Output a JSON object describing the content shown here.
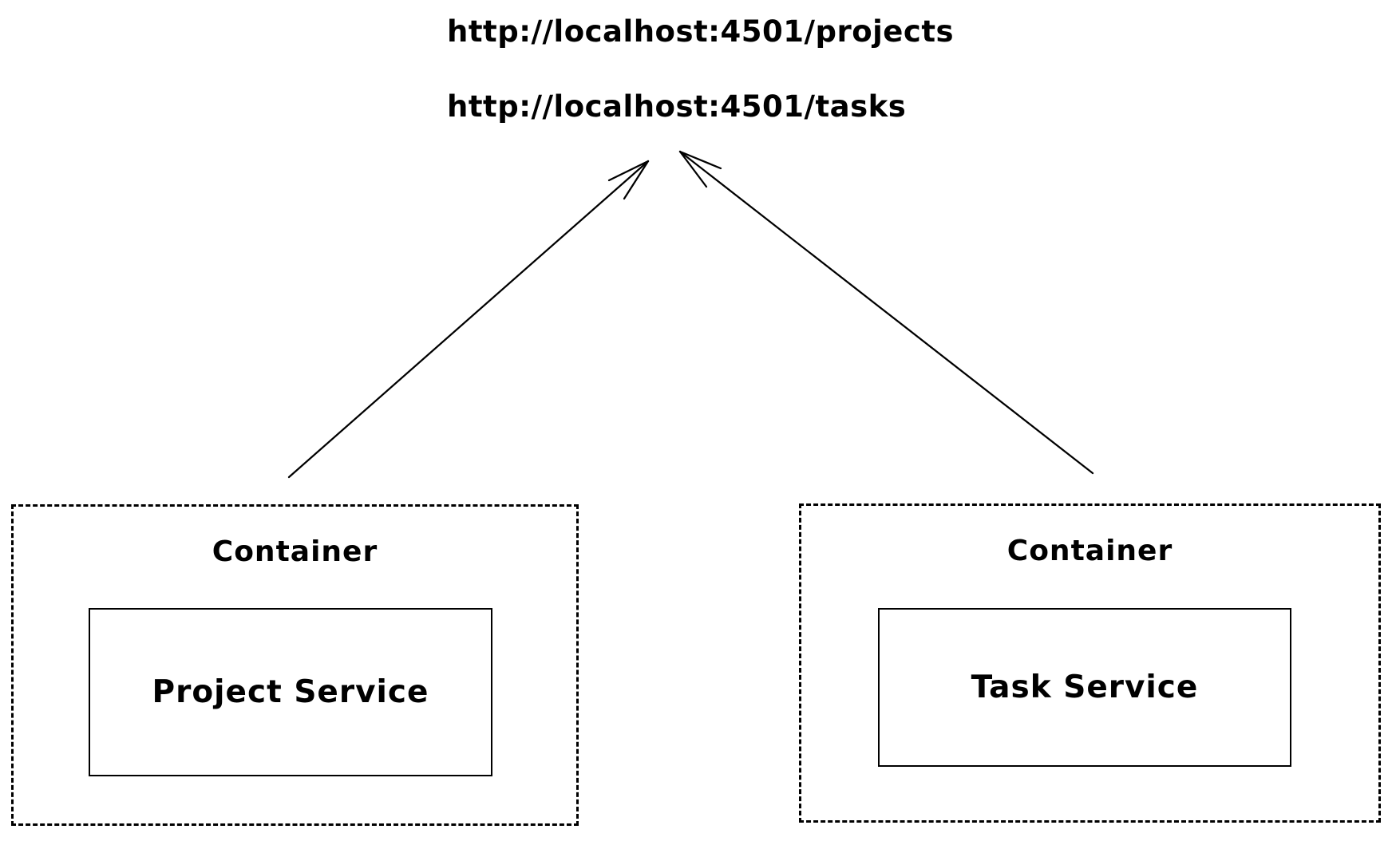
{
  "endpoints": {
    "projects_url": "http://localhost:4501/projects",
    "tasks_url": "http://localhost:4501/tasks"
  },
  "containers": [
    {
      "label": "Container",
      "service": "Project Service"
    },
    {
      "label": "Container",
      "service": "Task Service"
    }
  ],
  "arrows": [
    {
      "name": "project-container-to-endpoints",
      "direction": "up-right"
    },
    {
      "name": "task-container-to-endpoints",
      "direction": "up-left"
    }
  ],
  "colors": {
    "stroke": "#000000",
    "background": "#ffffff"
  }
}
